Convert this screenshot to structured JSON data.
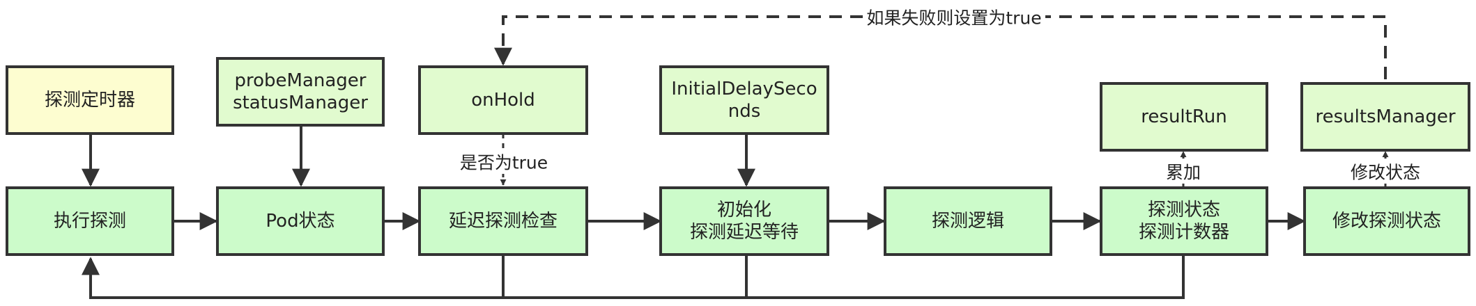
{
  "colors": {
    "timer_fill": "#fdfdd0",
    "info_fill": "#e1fbcf",
    "step_fill": "#ccfbca",
    "stroke": "#333333"
  },
  "nodes": {
    "timer": "探测定时器",
    "managers": [
      "probeManager",
      "statusManager"
    ],
    "onhold": "onHold",
    "initial_delay": [
      "InitialDelaySeco",
      "nds"
    ],
    "result_run": "resultRun",
    "results_manager": "resultsManager",
    "execute_probe": "执行探测",
    "pod_status": "Pod状态",
    "delay_check": "延迟探测检查",
    "init_wait": [
      "初始化",
      "探测延迟等待"
    ],
    "probe_logic": "探测逻辑",
    "probe_state_counter": [
      "探测状态",
      "探测计数器"
    ],
    "modify_state": "修改探测状态"
  },
  "labels": {
    "set_true_on_fail": "如果失败则设置为true",
    "is_true": "是否为true",
    "accumulate": "累加",
    "modify_status": "修改状态"
  }
}
